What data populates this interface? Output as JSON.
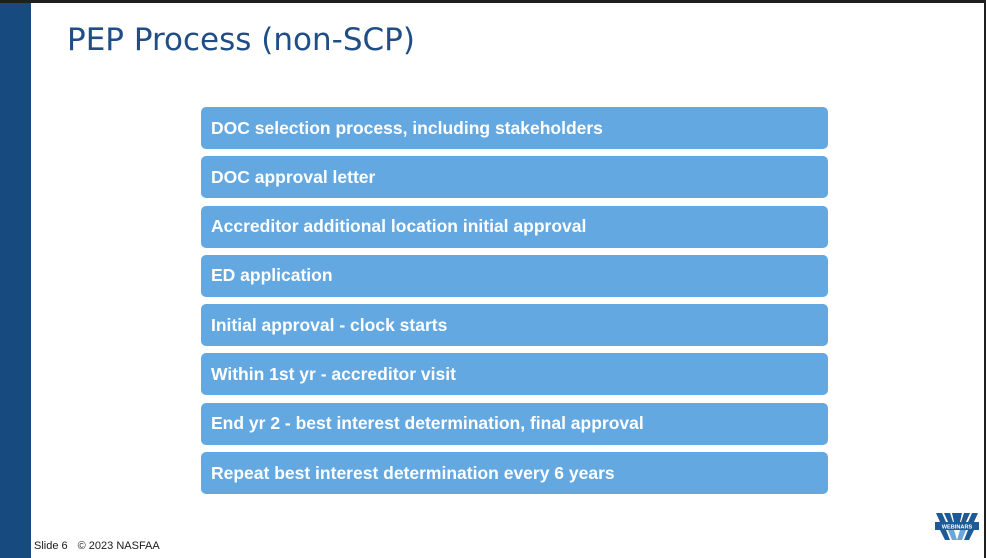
{
  "slide": {
    "title": "PEP Process (non-SCP)",
    "steps": [
      "DOC selection process, including stakeholders",
      "DOC approval letter",
      "Accreditor additional location initial approval",
      "ED application",
      "Initial approval - clock starts",
      "Within 1st yr - accreditor visit",
      "End yr 2 - best interest determination, final approval",
      "Repeat best interest determination every 6 years"
    ],
    "footer": {
      "slide_number": "Slide 6",
      "copyright": "© 2023 NASFAA"
    },
    "logo": {
      "icon": "webinars-w-logo-icon",
      "text": "WEBINARS"
    }
  },
  "colors": {
    "title": "#1f4e86",
    "left_bar": "#174a7e",
    "step_fill": "#64a8e2",
    "step_text": "#ffffff"
  }
}
